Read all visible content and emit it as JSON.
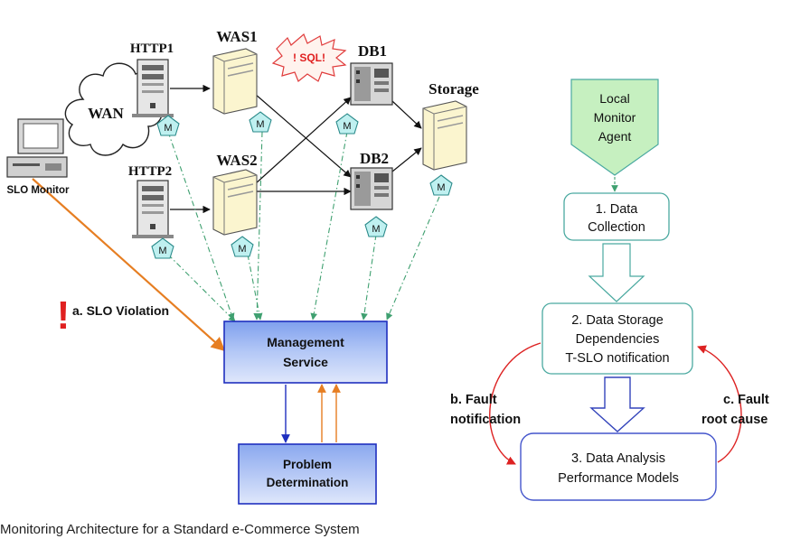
{
  "nodes": {
    "http1": "HTTP1",
    "http2": "HTTP2",
    "was1": "WAS1",
    "was2": "WAS2",
    "db1": "DB1",
    "db2": "DB2",
    "storage": "Storage",
    "wan": "WAN",
    "slo_monitor": "SLO Monitor",
    "sql_alert": "! SQL!",
    "monitor_badge": "M",
    "management_service": [
      "Management",
      "Service"
    ],
    "problem_determination": [
      "Problem",
      "Determination"
    ],
    "violation_mark": "!",
    "slo_violation": "a. SLO Violation"
  },
  "flow": {
    "agent": [
      "Local",
      "Monitor",
      "Agent"
    ],
    "step1": [
      "1. Data",
      "Collection"
    ],
    "step2": [
      "2. Data Storage",
      "Dependencies",
      "T-SLO notification"
    ],
    "step3": [
      "3. Data Analysis",
      "Performance Models"
    ],
    "fault_notification": [
      "b. Fault",
      "notification"
    ],
    "fault_root_cause": [
      "c. Fault",
      "root cause"
    ]
  },
  "caption": "Monitoring Architecture for a Standard e-Commerce System",
  "colors": {
    "monitor_fill": "#bff0f0",
    "monitor_stroke": "#2a8a8a",
    "dashed_green": "#3fa070",
    "orange": "#e67e22",
    "violation_red": "#e02020",
    "flow_green_fill": "#c6f0c0",
    "flow_box_stroke": "#4aa9a0",
    "step3_stroke": "#4455cc",
    "fault_red": "#dd2222",
    "mgmt_fill": "#9db6f0",
    "server_fill": "#fbf5cf"
  }
}
